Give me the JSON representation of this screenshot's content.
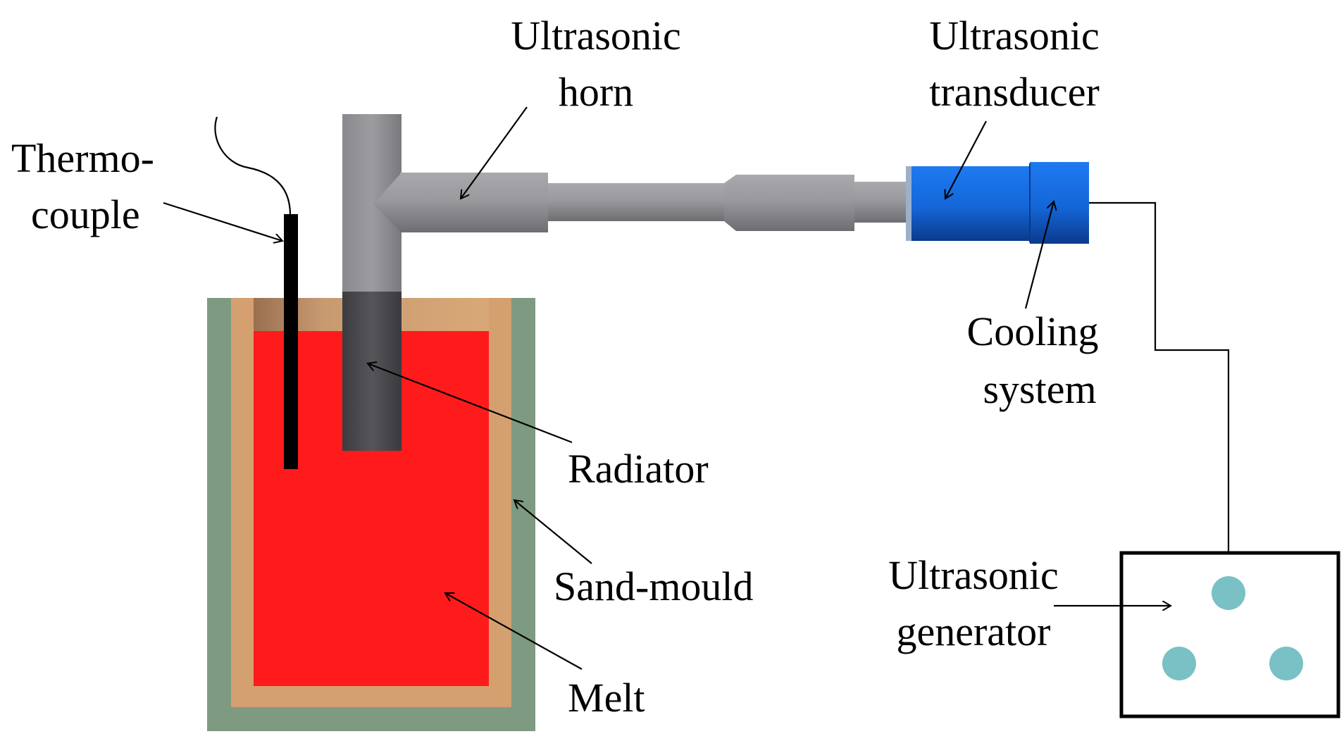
{
  "labels": {
    "thermocouple": [
      "Thermo-",
      "couple"
    ],
    "ultrasonic_horn": [
      "Ultrasonic",
      "horn"
    ],
    "ultrasonic_transducer": [
      "Ultrasonic",
      "transducer"
    ],
    "cooling_system": [
      "Cooling",
      "system"
    ],
    "radiator": "Radiator",
    "sand_mould": "Sand-mould",
    "melt": "Melt",
    "ultrasonic_generator": [
      "Ultrasonic",
      "generator"
    ]
  },
  "colors": {
    "sand_mould": "#7e9a80",
    "sand_inner": "#d5a070",
    "melt": "#ff1b1b",
    "radiator": "#4a4a4e",
    "horn": "#8f8f93",
    "transducer": "#1565d8",
    "generator_dot": "#79c1c4",
    "thermocouple": "#000000"
  },
  "icons": {
    "generator_dots": "three-indicator-dots"
  }
}
